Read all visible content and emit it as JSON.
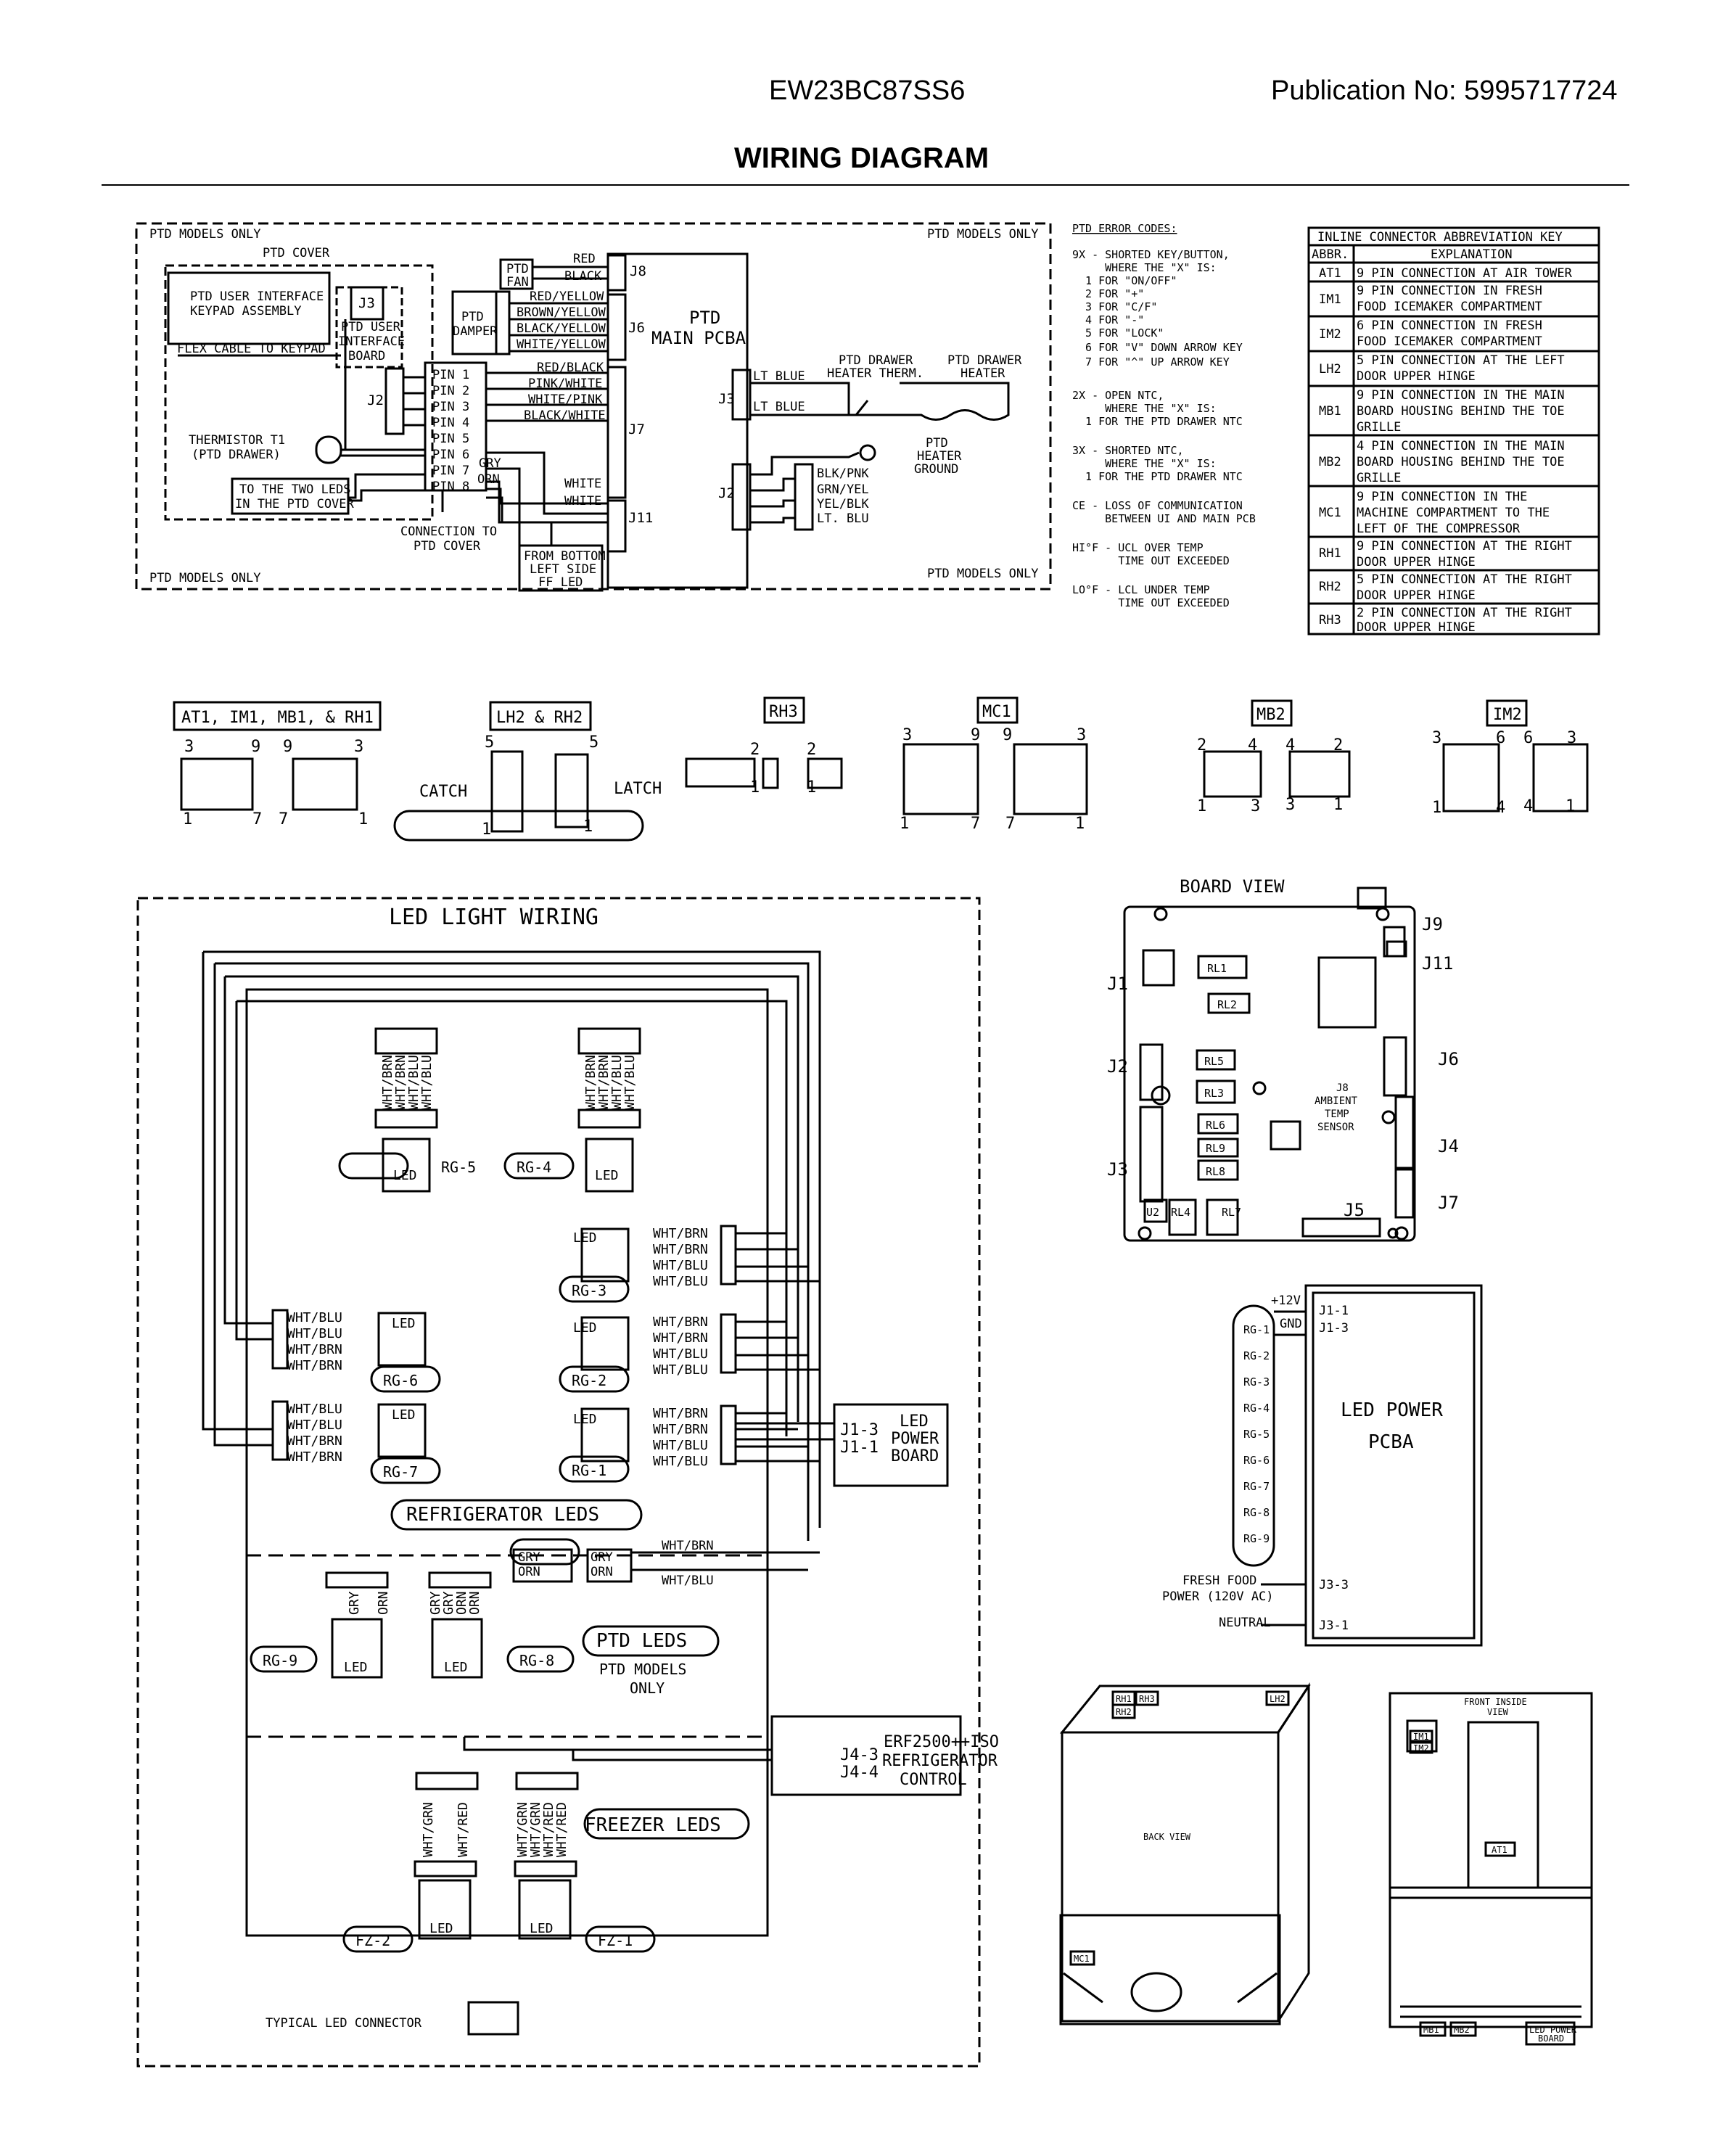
{
  "header": {
    "model": "EW23BC87SS6",
    "publication": "Publication No:  5995717724",
    "title": "WIRING DIAGRAM"
  },
  "ptd": {
    "models_only": "PTD MODELS ONLY",
    "cover": "PTD COVER",
    "ui_keypad_1": "PTD USER INTERFACE",
    "ui_keypad_2": "KEYPAD ASSEMBLY",
    "flex_cable": "FLEX CABLE TO KEYPAD",
    "ui_board": [
      "PTD USER",
      "INTERFACE",
      "BOARD"
    ],
    "thermistor": [
      "THERMISTOR T1",
      "(PTD DRAWER)"
    ],
    "two_leds": [
      "TO THE TWO LEDS",
      "IN THE PTD COVER"
    ],
    "connection": [
      "CONNECTION TO",
      "PTD COVER"
    ],
    "from_bottom": [
      "FROM BOTTOM",
      "LEFT SIDE",
      "FF LED"
    ],
    "fan": [
      "PTD",
      "FAN"
    ],
    "damper": [
      "PTD",
      "DAMPER"
    ],
    "main_pcba": [
      "PTD",
      "MAIN PCBA"
    ],
    "pins": [
      "PIN 1",
      "PIN 2",
      "PIN 3",
      "PIN 4",
      "PIN 5",
      "PIN 6",
      "PIN 7",
      "PIN 8"
    ],
    "wires_j8": [
      "RED",
      "BLACK"
    ],
    "wires_j6": [
      "RED/YELLOW",
      "BROWN/YELLOW",
      "BLACK/YELLOW",
      "WHITE/YELLOW"
    ],
    "wires_j7": [
      "RED/BLACK",
      "PINK/WHITE",
      "WHITE/PINK",
      "BLACK/WHITE"
    ],
    "gry": "GRY",
    "orn": "ORN",
    "white": "WHITE",
    "lt_blue": "LT BLUE",
    "heater_therm": [
      "PTD DRAWER",
      "HEATER THERM."
    ],
    "heater": [
      "PTD DRAWER",
      "HEATER"
    ],
    "heater_ground": [
      "PTD",
      "HEATER",
      "GROUND"
    ],
    "j2_wires": [
      "BLK/PNK",
      "GRN/YEL",
      "YEL/BLK",
      "LT. BLU"
    ],
    "labels": {
      "j3": "J3",
      "j2": "J2",
      "j8": "J8",
      "j6": "J6",
      "j7": "J7",
      "j11": "J11"
    }
  },
  "error_codes": {
    "title": "PTD ERROR CODES:",
    "lines": [
      "9X - SHORTED KEY/BUTTON,",
      "     WHERE THE \"X\" IS:",
      "  1 FOR \"ON/OFF\"",
      "  2 FOR \"+\"",
      "  3 FOR \"C/F\"",
      "  4 FOR \"-\"",
      "  5 FOR \"LOCK\"",
      "  6 FOR \"V\" DOWN ARROW KEY",
      "  7 FOR \"^\" UP ARROW KEY",
      "",
      "2X - OPEN NTC,",
      "     WHERE THE \"X\" IS:",
      "  1 FOR THE PTD DRAWER NTC",
      "",
      "3X - SHORTED NTC,",
      "     WHERE THE \"X\" IS:",
      "  1 FOR THE PTD DRAWER NTC",
      "",
      "CE - LOSS OF COMMUNICATION",
      "     BETWEEN UI AND MAIN PCB",
      "",
      "HI°F - UCL OVER TEMP",
      "       TIME OUT EXCEEDED",
      "",
      "LO°F - LCL UNDER TEMP",
      "       TIME OUT EXCEEDED"
    ]
  },
  "key": {
    "title": "INLINE CONNECTOR ABBREVIATION KEY",
    "col_abbr": "ABBR.",
    "col_expl": "EXPLANATION",
    "rows": [
      {
        "abbr": "AT1",
        "lines": [
          "9 PIN CONNECTION AT AIR TOWER"
        ]
      },
      {
        "abbr": "IM1",
        "lines": [
          "9 PIN CONNECTION IN FRESH",
          "FOOD ICEMAKER COMPARTMENT"
        ]
      },
      {
        "abbr": "IM2",
        "lines": [
          "6 PIN CONNECTION IN FRESH",
          "FOOD ICEMAKER COMPARTMENT"
        ]
      },
      {
        "abbr": "LH2",
        "lines": [
          "5 PIN CONNECTION AT THE LEFT",
          "DOOR UPPER HINGE"
        ]
      },
      {
        "abbr": "MB1",
        "lines": [
          "9 PIN CONNECTION IN THE MAIN",
          "BOARD HOUSING BEHIND THE TOE",
          "GRILLE"
        ]
      },
      {
        "abbr": "MB2",
        "lines": [
          "4 PIN CONNECTION IN THE MAIN",
          "BOARD HOUSING BEHIND THE TOE",
          "GRILLE"
        ]
      },
      {
        "abbr": "MC1",
        "lines": [
          "9 PIN CONNECTION IN THE",
          "MACHINE COMPARTMENT TO THE",
          "LEFT OF THE COMPRESSOR"
        ]
      },
      {
        "abbr": "RH1",
        "lines": [
          "9 PIN CONNECTION AT THE RIGHT",
          "DOOR UPPER HINGE"
        ]
      },
      {
        "abbr": "RH2",
        "lines": [
          "5 PIN CONNECTION AT THE RIGHT",
          "DOOR UPPER HINGE"
        ]
      },
      {
        "abbr": "RH3",
        "lines": [
          "2 PIN CONNECTION AT THE RIGHT",
          "DOOR UPPER HINGE"
        ]
      }
    ]
  },
  "connectors": {
    "at1": "AT1, IM1, MB1, & RH1",
    "lh2": "LH2 & RH2",
    "rh3": "RH3",
    "mc1": "MC1",
    "mb2": "MB2",
    "im2": "IM2",
    "catch": "CATCH",
    "latch": "LATCH",
    "n1": "1",
    "n2": "2",
    "n3": "3",
    "n4": "4",
    "n5": "5",
    "n6": "6",
    "n7": "7",
    "n9": "9"
  },
  "led": {
    "title": "LED LIGHT WIRING",
    "refrigerator": "REFRIGERATOR LEDS",
    "ptd_leds": "PTD LEDS",
    "ptd_models": [
      "PTD MODELS",
      "ONLY"
    ],
    "freezer": "FREEZER LEDS",
    "typical": "TYPICAL LED CONNECTOR",
    "led": "LED",
    "rg": [
      "RG-1",
      "RG-2",
      "RG-3",
      "RG-4",
      "RG-5",
      "RG-6",
      "RG-7",
      "RG-8",
      "RG-9"
    ],
    "fz": [
      "FZ-1",
      "FZ-2"
    ],
    "wires_a": [
      "WHT/BRN",
      "WHT/BRN",
      "WHT/BLU",
      "WHT/BLU"
    ],
    "wires_b": [
      "WHT/BLU",
      "WHT/BLU",
      "WHT/BRN",
      "WHT/BRN"
    ],
    "fz_wires": [
      "WHT/GRN",
      "WHT/GRN",
      "WHT/RED",
      "WHT/RED"
    ],
    "ptd_wires": [
      "GRY",
      "GRY",
      "ORN",
      "ORN"
    ],
    "wht_brn": "WHT/BRN",
    "wht_blu": "WHT/BLU",
    "power_board": [
      "LED",
      "POWER",
      "BOARD"
    ],
    "j1_3": "J1-3",
    "j1_1": "J1-1",
    "erf": [
      "ERF2500++ISO",
      "REFRIGERATOR",
      "CONTROL"
    ],
    "j4_3": "J4-3",
    "j4_4": "J4-4"
  },
  "board": {
    "title": "BOARD VIEW",
    "jacks": [
      "J1",
      "J2",
      "J3",
      "J4",
      "J5",
      "J6",
      "J7",
      "J9",
      "J11"
    ],
    "relays": [
      "RL1",
      "RL2",
      "RL5",
      "RL3",
      "RL6",
      "RL9",
      "RL8",
      "RL4",
      "RL7"
    ],
    "u2": "U2",
    "ambient": [
      "J8",
      "AMBIENT",
      "TEMP",
      "SENSOR"
    ]
  },
  "pcba": {
    "title": [
      "LED POWER",
      "PCBA"
    ],
    "v12": "+12V",
    "gnd": "GND",
    "j1_1": "J1-1",
    "j1_3": "J1-3",
    "j3_3": "J3-3",
    "j3_1": "J3-1",
    "fresh": [
      "FRESH FOOD",
      "POWER (120V AC)"
    ],
    "neutral": "NEUTRAL"
  },
  "views": {
    "back": "BACK VIEW",
    "front": [
      "FRONT INSIDE",
      "VIEW"
    ],
    "tags": [
      "RH1",
      "RH2",
      "RH3",
      "LH2",
      "MC1",
      "IM1",
      "IM2",
      "AT1",
      "MB1",
      "MB2"
    ],
    "led_power": [
      "LED POWER",
      "BOARD"
    ]
  }
}
